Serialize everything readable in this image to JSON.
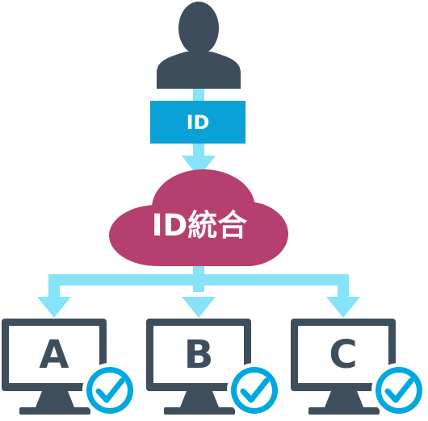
{
  "id_label": "ID",
  "cloud_label": "ID統合",
  "systems": [
    {
      "label": "A"
    },
    {
      "label": "B"
    },
    {
      "label": "C"
    }
  ],
  "colors": {
    "person": "#3d4d5b",
    "id_box": "#0aa2d6",
    "arrow": "#86e3f8",
    "cloud": "#b5406f",
    "monitor": "#3e4e5c",
    "check_ring": "#00a8e0"
  },
  "icons": {
    "user": "person-icon",
    "integration": "cloud-icon",
    "system": "monitor-icon",
    "status": "check-icon"
  }
}
